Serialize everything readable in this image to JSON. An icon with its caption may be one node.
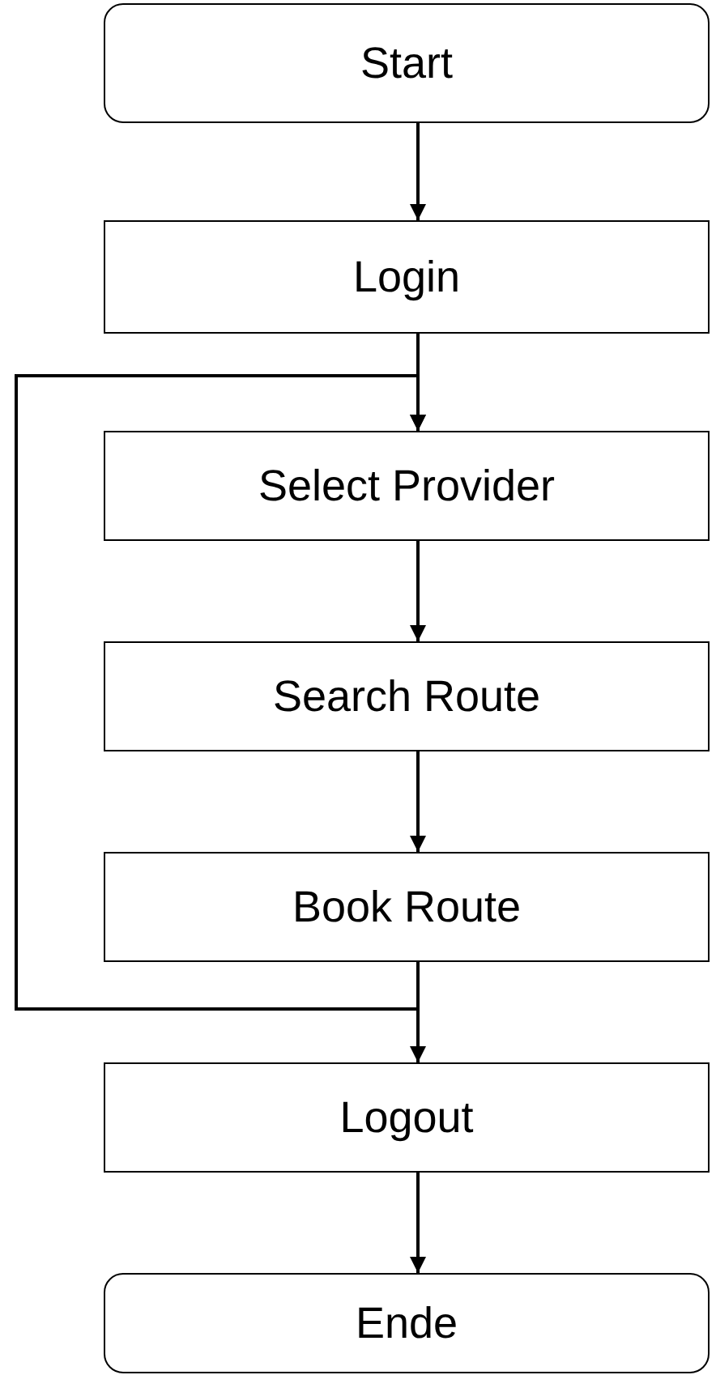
{
  "diagram": {
    "nodes": [
      {
        "text": [
          "Start"
        ]
      },
      {
        "text": [
          "Login"
        ]
      },
      {
        "text": [
          "Select Provider"
        ]
      },
      {
        "text": [
          "Search Route"
        ]
      },
      {
        "text": [
          "Book Route"
        ]
      },
      {
        "text": [
          "Logout"
        ]
      },
      {
        "text": [
          "Ende"
        ]
      }
    ],
    "edges": [
      {
        "from": 0,
        "to": 1,
        "arrow": "to"
      },
      {
        "from": 1,
        "to": 2,
        "arrow": "to"
      },
      {
        "from": 2,
        "to": 3,
        "arrow": "to"
      },
      {
        "from": 3,
        "to": 4,
        "arrow": "to"
      },
      {
        "from": 4,
        "to": 5,
        "arrow": "to"
      },
      {
        "from": 5,
        "to": 6,
        "arrow": "to"
      },
      {
        "from": 4,
        "to": 2,
        "arrow": "to"
      }
    ]
  }
}
